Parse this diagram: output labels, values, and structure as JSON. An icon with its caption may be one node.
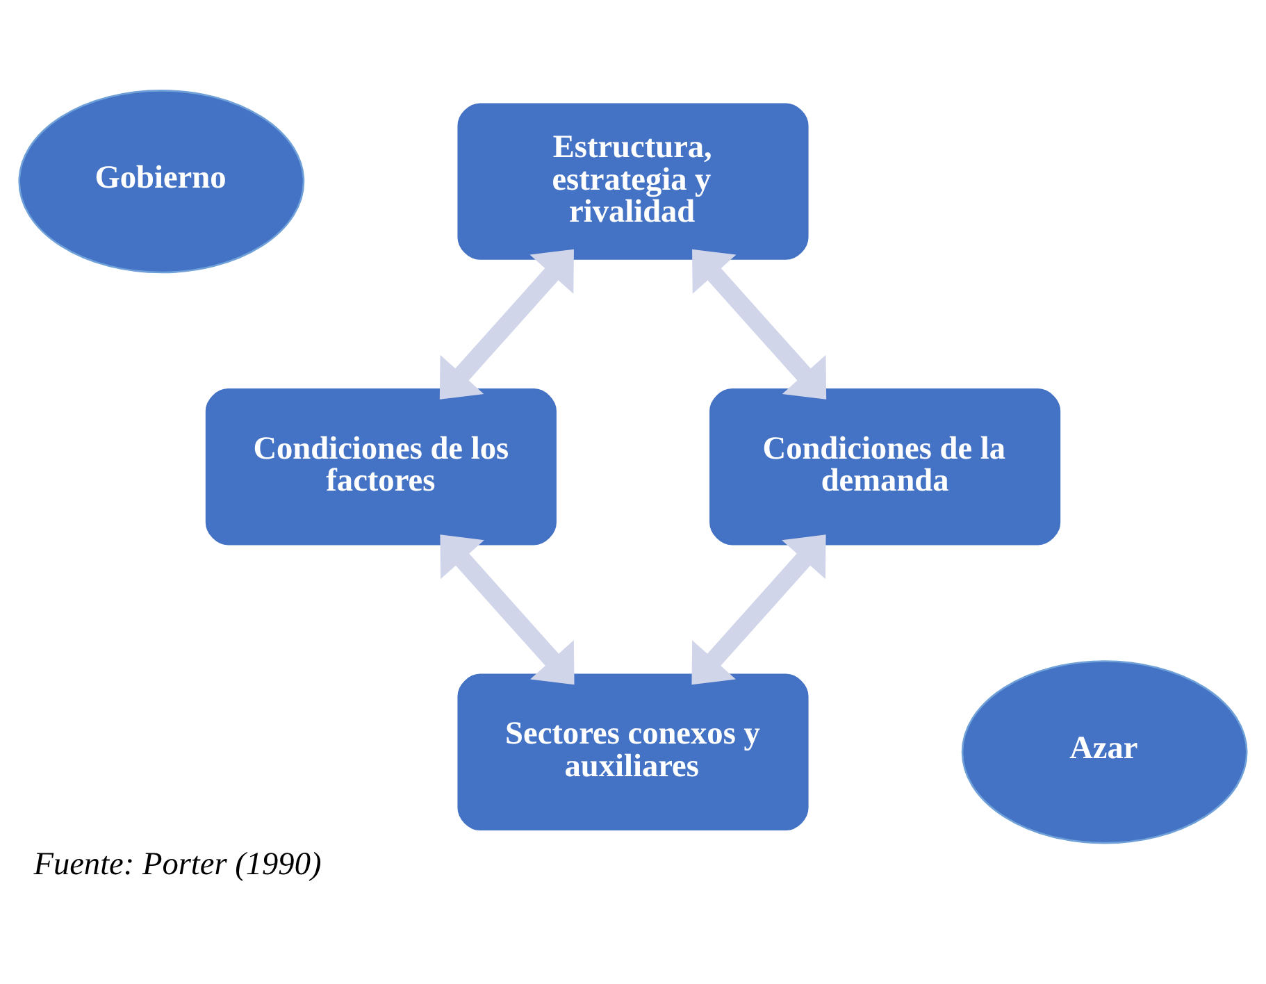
{
  "diagram": {
    "caption": "Fuente: Porter (1990)",
    "nodes": [
      {
        "text": [
          "Gobierno"
        ]
      },
      {
        "text": [
          "Estructura, estrategia y rivalidad"
        ]
      },
      {
        "text": [
          "Condiciones de los factores"
        ]
      },
      {
        "text": [
          "Condiciones de la demanda"
        ]
      },
      {
        "text": [
          "Sectores conexos y auxiliares"
        ]
      },
      {
        "text": [
          "Azar"
        ]
      }
    ],
    "edges": [
      {
        "from": 1,
        "to": 2,
        "arrow": "both"
      },
      {
        "from": 1,
        "to": 3,
        "arrow": "both"
      },
      {
        "from": 2,
        "to": 4,
        "arrow": "both"
      },
      {
        "from": 3,
        "to": 4,
        "arrow": "both"
      }
    ]
  }
}
